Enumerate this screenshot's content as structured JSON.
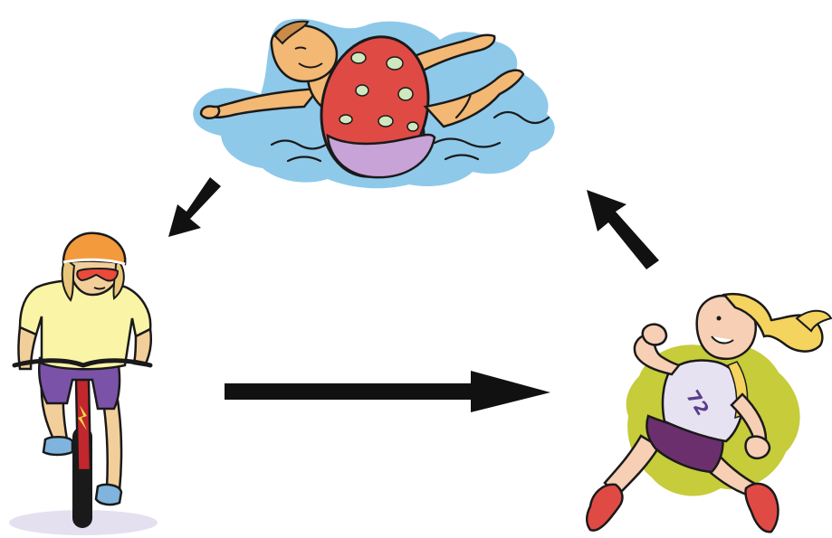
{
  "diagram": {
    "stages": [
      {
        "id": "swim",
        "icon": "swimmer-illustration"
      },
      {
        "id": "bike",
        "icon": "cyclist-illustration"
      },
      {
        "id": "run",
        "icon": "runner-illustration"
      }
    ],
    "arrows": [
      {
        "from": "swim",
        "to": "bike"
      },
      {
        "from": "bike",
        "to": "run"
      },
      {
        "from": "run",
        "to": "swim"
      }
    ]
  },
  "runner": {
    "bib_number": "72"
  },
  "colors": {
    "background": "#ffffff",
    "arrow": "#111111",
    "outline": "#1a1a1a",
    "water": "#8ec9ea",
    "swimmer_skin": "#f2b874",
    "float_red": "#e04a45",
    "float_purple": "#c8a3d8",
    "float_dot": "#cfe8bd",
    "cyclist_shirt": "#faf4a6",
    "cyclist_shorts": "#7a53a8",
    "helmet": "#f39a3c",
    "bike_frame": "#c2272d",
    "shadow": "#e4e0f0",
    "runner_blob": "#c6cc3a",
    "runner_shorts": "#6b2f6e",
    "runner_shirt": "#e6e2f2",
    "runner_hair": "#f4d35e",
    "runner_shoes": "#e04a45"
  }
}
